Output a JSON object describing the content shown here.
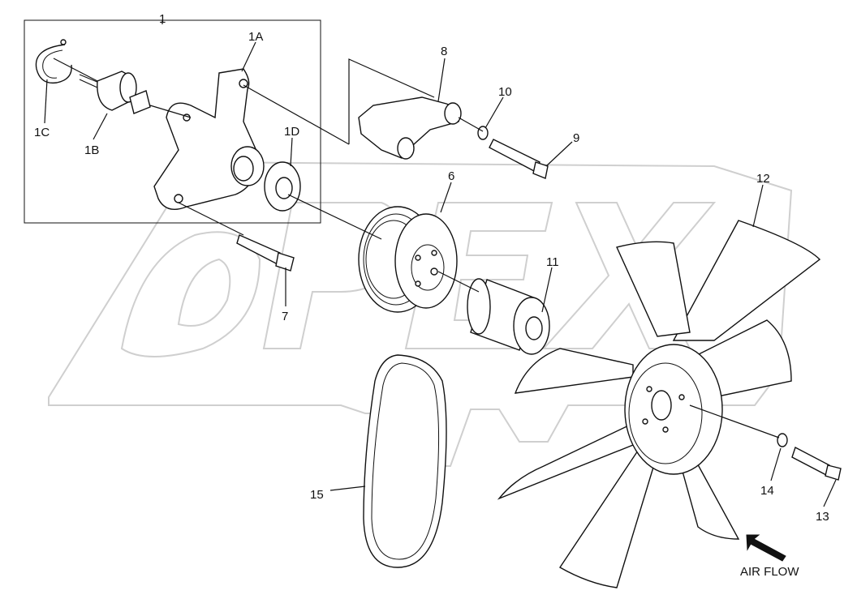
{
  "watermark": {
    "text": "OPEX",
    "color": "#cfcfcf"
  },
  "callouts": {
    "c1": "1",
    "c1A": "1A",
    "c1B": "1B",
    "c1C": "1C",
    "c1D": "1D",
    "c6": "6",
    "c7": "7",
    "c8": "8",
    "c9": "9",
    "c10": "10",
    "c11": "11",
    "c12": "12",
    "c13": "13",
    "c14": "14",
    "c15": "15"
  },
  "air_flow": {
    "label": "AIR FLOW",
    "icon": "arrow-icon"
  }
}
